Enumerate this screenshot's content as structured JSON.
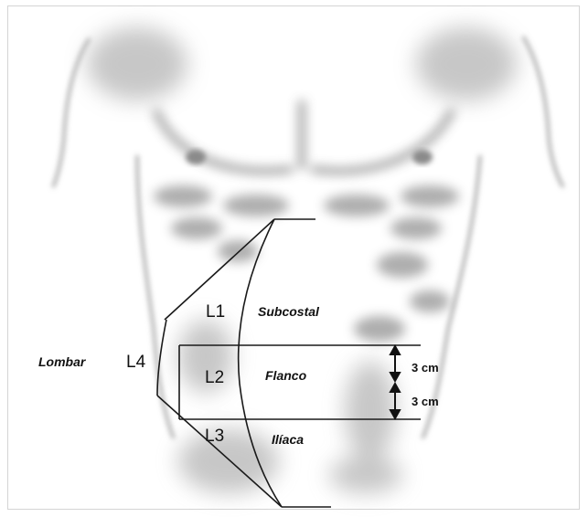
{
  "diagram": {
    "lateral_group": {
      "name": "Lombar",
      "code": "L4"
    },
    "zones": [
      {
        "code": "L1",
        "name": "Subcostal"
      },
      {
        "code": "L2",
        "name": "Flanco"
      },
      {
        "code": "L3",
        "name": "Ilíaca"
      }
    ],
    "measurements": [
      {
        "label": "3 cm"
      },
      {
        "label": "3 cm"
      }
    ],
    "colors": {
      "line": "#1a1a1a",
      "shading": "#8c8c8c",
      "border": "#d4d4d4"
    }
  }
}
